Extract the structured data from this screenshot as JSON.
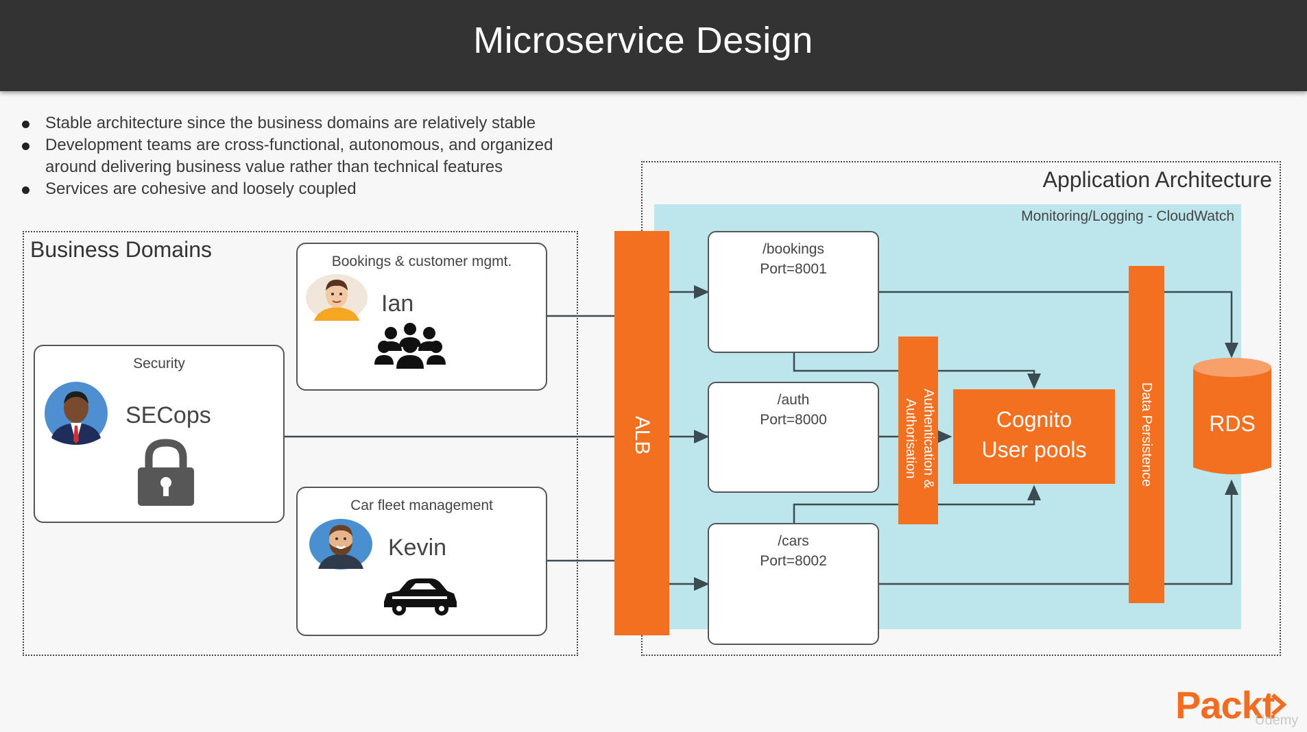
{
  "header": {
    "title": "Microservice Design"
  },
  "bullets": [
    {
      "text": "Stable architecture since the business domains are relatively stable"
    },
    {
      "text": "Development teams are cross-functional, autonomous, and organized around delivering business value rather than technical features"
    },
    {
      "text": "Services are cohesive and loosely coupled"
    }
  ],
  "business_domains": {
    "title": "Business Domains",
    "security": {
      "title": "Security",
      "person": "SECops",
      "icon": "lock-icon"
    },
    "bookings": {
      "title": "Bookings & customer mgmt.",
      "person": "Ian",
      "icon": "group-icon"
    },
    "fleet": {
      "title": "Car fleet management",
      "person": "Kevin",
      "icon": "car-icon"
    }
  },
  "app_arch": {
    "title": "Application Architecture",
    "monitoring": "Monitoring/Logging - CloudWatch",
    "alb": "ALB",
    "services": [
      {
        "path": "/bookings",
        "port": "Port=8001"
      },
      {
        "path": "/auth",
        "port": "Port=8000"
      },
      {
        "path": "/cars",
        "port": "Port=8002"
      }
    ],
    "auth_bar": {
      "line1": "Authentication &",
      "line2": "Authorisation"
    },
    "cognito": {
      "line1": "Cognito",
      "line2": "User pools"
    },
    "persistence": "Data Persistence",
    "rds": "RDS"
  },
  "branding": {
    "logo": "Packt",
    "watermark": "Udemy"
  },
  "colors": {
    "accent": "#f37021",
    "panel": "#bde6ec",
    "header": "#333333"
  }
}
